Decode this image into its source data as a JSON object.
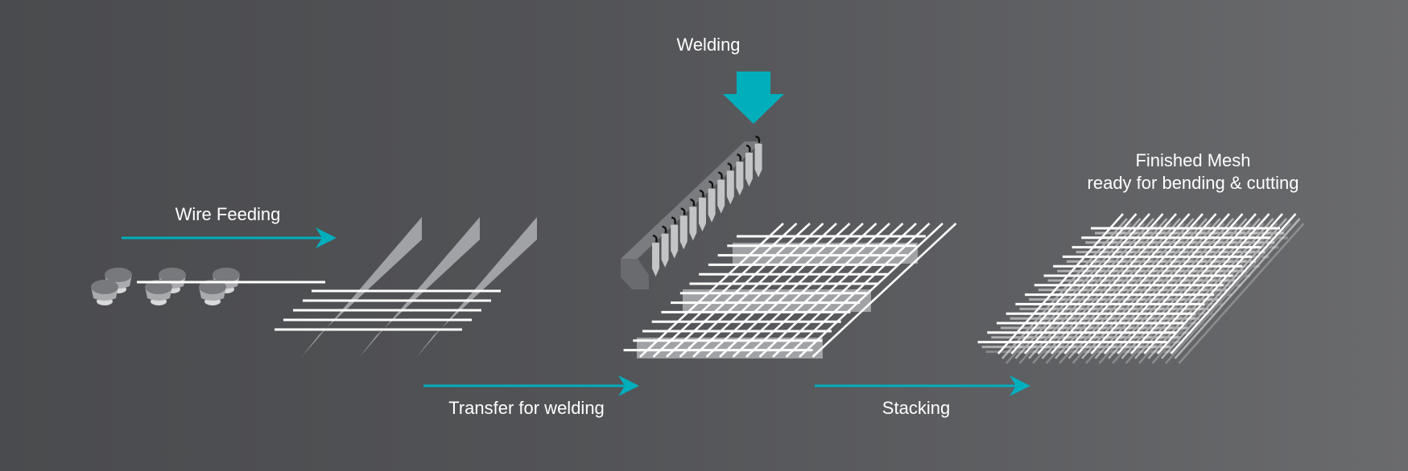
{
  "diagram": {
    "title": "Wire mesh welding process",
    "steps": [
      {
        "id": "wire-feeding",
        "label": "Wire Feeding"
      },
      {
        "id": "transfer",
        "label": "Transfer for welding"
      },
      {
        "id": "welding",
        "label": "Welding"
      },
      {
        "id": "stacking",
        "label": "Stacking"
      },
      {
        "id": "finished",
        "label_line1": "Finished Mesh",
        "label_line2": "ready for bending & cutting"
      }
    ],
    "icons": {
      "wire_spools": "wire-spool-icon",
      "flow_arrow": "arrow-right-icon",
      "welding_arrow": "arrow-down-icon",
      "welding_head": "welding-electrode-bar-icon",
      "mesh": "wire-mesh-icon"
    }
  },
  "colors": {
    "accent": "#00aebc",
    "text": "#ffffff",
    "wire": "#ffffff",
    "bar_light": "#a1a2a5",
    "bar_dark": "#7d7e81",
    "spool_top": "#78797c",
    "spool_body": "#a9aaad",
    "electrode": "#c3c4c6"
  }
}
